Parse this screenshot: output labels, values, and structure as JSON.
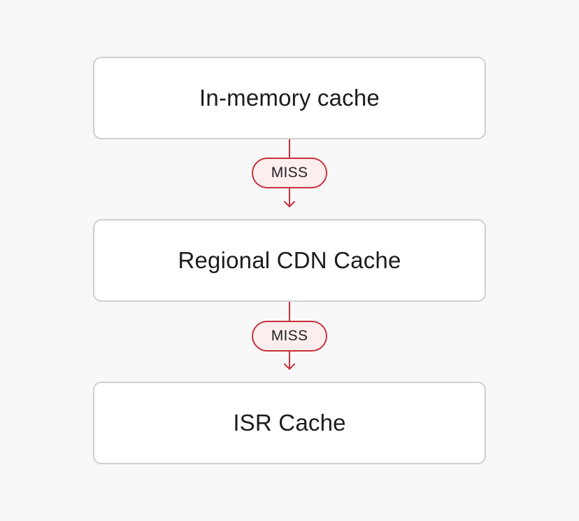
{
  "nodes": [
    {
      "label": "In-memory cache"
    },
    {
      "label": "Regional CDN Cache"
    },
    {
      "label": "ISR Cache"
    }
  ],
  "edges": [
    {
      "from": 0,
      "to": 1,
      "label": "MISS"
    },
    {
      "from": 1,
      "to": 2,
      "label": "MISS"
    }
  ],
  "colors": {
    "background": "#f8f8f8",
    "node_fill": "#ffffff",
    "node_border": "#cfcfcf",
    "text": "#1c1c1c",
    "edge": "#c8323b",
    "edge_label_fill": "#fdeeee"
  }
}
